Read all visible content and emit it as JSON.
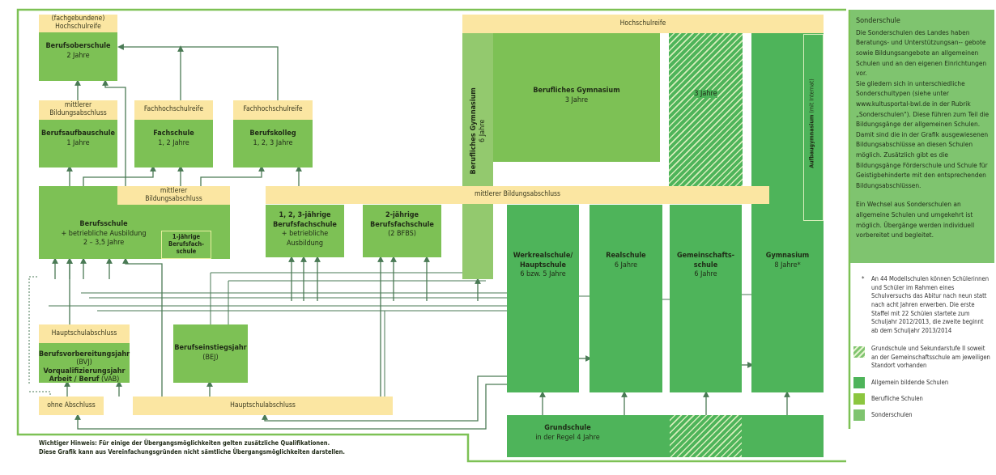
{
  "colors": {
    "general": "#4eb45a",
    "vocational": "#7dc155",
    "special": "#93c96e",
    "qualification": "#fbe6a2",
    "lines": "#4a7a55"
  },
  "boxes": {
    "berufsoberschule": {
      "header1": "(fachgebundene)",
      "header2": "Hochschulreife",
      "title": "Berufsoberschule",
      "duration": "2 Jahre"
    },
    "berufsaufbauschule": {
      "header1": "mittlerer",
      "header2": "Bildungsabschluss",
      "title": "Berufsaufbauschule",
      "duration": "1 Jahre"
    },
    "fachschule": {
      "header": "Fachhochschulreife",
      "title": "Fachschule",
      "duration": "1, 2 Jahre"
    },
    "berufskolleg": {
      "header": "Fachhochschulreife",
      "title": "Berufskolleg",
      "duration": "1, 2, 3 Jahre"
    },
    "berufsschule": {
      "header1": "mittlerer",
      "header2": "Bildungsabschluss",
      "title": "Berufsschule",
      "line2": "+ betriebliche Ausbildung",
      "duration": "2 – 3,5 Jahre",
      "inner1": "1-jährige",
      "inner2": "Berufsfach-",
      "inner3": "schule"
    },
    "bfs123": {
      "title1": "1, 2, 3-jährige",
      "title2": "Berufsfachschule",
      "line3": "+ betriebliche",
      "line4": "Ausbildung"
    },
    "bfs2": {
      "title1": "2-jährige",
      "title2": "Berufsfachschule",
      "line3": "(2 BFBS)"
    },
    "mittlerer_bar": "mittlerer Bildungsabschluss",
    "hochschulreife_bar": "Hochschulreife",
    "berufl_gym6": {
      "title": "Berufliches Gymnasium",
      "duration": "6 Jahre"
    },
    "berufl_gym3": {
      "title": "Berufliches Gymnasium",
      "duration": "3 Jahre"
    },
    "gms_oberstufe": {
      "duration": "3 Jahre"
    },
    "aufbaugymnasium": {
      "title": "Aufbaugymnasium",
      "note": "(mit Internat)"
    },
    "werkreal": {
      "title1": "Werkrealschule/",
      "title2": "Hauptschule",
      "duration": "6 bzw. 5 Jahre"
    },
    "realschule": {
      "title": "Realschule",
      "duration": "6 Jahre"
    },
    "gemeinschaft": {
      "title1": "Gemeinschafts-",
      "title2": "schule",
      "duration": "6 Jahre"
    },
    "gymnasium": {
      "title": "Gymnasium",
      "duration": "8 Jahre*"
    },
    "grundschule": {
      "title": "Grundschule",
      "duration": "in der Regel 4 Jahre"
    },
    "bvj": {
      "header": "Hauptschulabschluss",
      "l1b": "Berufsvorbereitungsjahr",
      "l1": " (BVJ)",
      "l2": "Vorqualifizierungsjahr",
      "l3b": "Arbeit / Beruf",
      "l3": " (VAB)"
    },
    "bej": {
      "title": "Berufseinstiegsjahr",
      "sub": "(BEJ)"
    },
    "ohne": "ohne Abschluss",
    "hauptschul_bar": "Hauptschulabschluss"
  },
  "notes": [
    "Wichtiger Hinweis: Für einige der Übergangsmöglichkeiten gelten zusätzliche Qualifikationen.",
    "Diese Grafik kann aus Vereinfachungsgründen nicht sämtliche Übergangsmöglichkeiten darstellen."
  ],
  "sonderschule": {
    "title": "Sonderschule",
    "p1": "Die Sonderschulen des Landes haben Beratungs- und Unterstützungsan-- gebote sowie Bildungsangebote an allgemeinen Schulen und an den eigenen Einrichtungen vor.",
    "p2": "Sie gliedern sich in unterschiedliche Sonderschultypen (siehe unter www.kultusportal-bwl.de in der Rubrik „Sonderschulen\"). Diese führen zum Teil die Bildungsgänge der allgemeinen Schulen. Damit sind die in der Grafik ausgewiesenen Bildungsabschlüsse an diesen Schulen möglich. Zusätzlich gibt es die Bildungsgänge Förderschule und Schule für Geistigbehinderte mit den entsprechenden Bildungsabschlüssen.",
    "p3": "Ein Wechsel aus Sonderschulen an allgemeine Schulen und umgekehrt ist möglich. Übergänge werden individuell vorbereitet und begleitet."
  },
  "footnote": {
    "mark": "*",
    "text": "An 44 Modellschulen können Schülerinnen und Schüler im Rahmen eines Schulversuchs das Abitur nach neun statt nach acht Jahren erwerben. Die erste Staffel mit 22 Schülen startete zum Schuljahr 2012/2013, die zweite beginnt ab dem Schuljahr 2013/2014"
  },
  "legend": [
    {
      "label": "Grundschule und Sekundarstufe II soweit an der Gemeinschaftsschule am jeweiligen Standort vorhanden",
      "swatch": "hatched"
    },
    {
      "label": "Allgemein bildende Schulen",
      "swatch": "#4eb45a"
    },
    {
      "label": "Berufliche Schulen",
      "swatch": "#8cc63f"
    },
    {
      "label": "Sonderschulen",
      "swatch": "#7fc46f"
    }
  ]
}
